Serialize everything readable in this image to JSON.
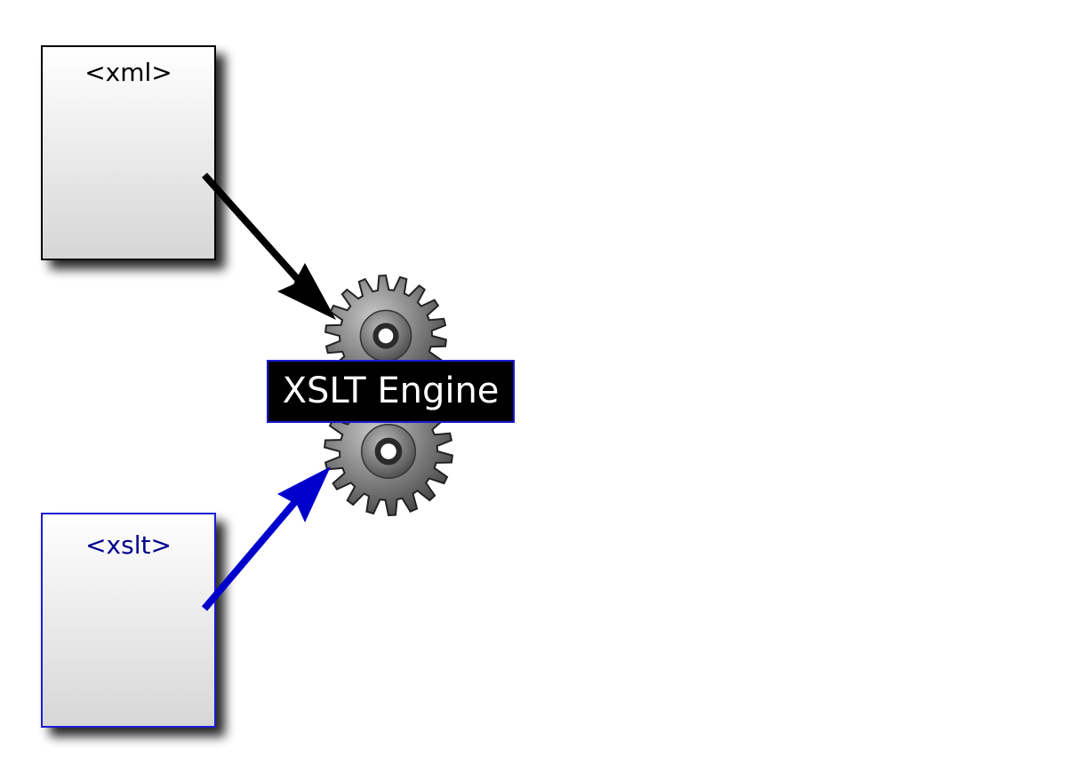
{
  "documents": {
    "xml": {
      "label": "<xml>",
      "border_color": "#000000",
      "text_color": "#000000"
    },
    "xslt": {
      "label": "<xslt>",
      "border_color": "#1a1ad6",
      "text_color": "#00008b"
    }
  },
  "engine": {
    "label": "XSLT Engine",
    "icon": "gears-icon"
  },
  "arrows": [
    {
      "name": "xml-to-engine",
      "from": "xml",
      "to": "engine",
      "color": "#000000"
    },
    {
      "name": "xslt-to-engine",
      "from": "xslt",
      "to": "engine",
      "color": "#0000cc"
    }
  ]
}
